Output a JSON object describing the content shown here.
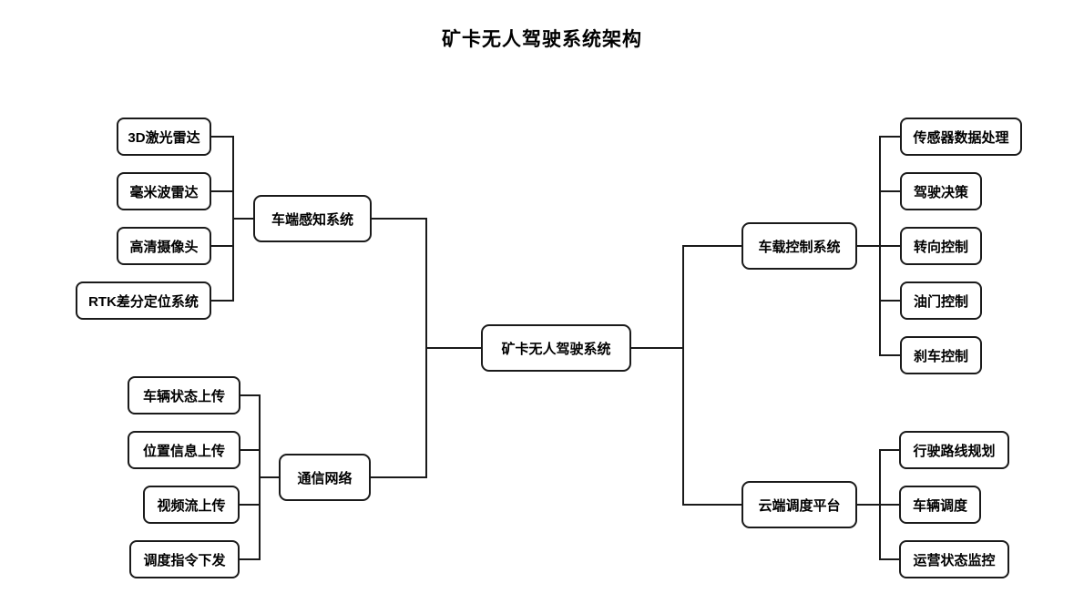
{
  "title": "矿卡无人驾驶系统架构",
  "root": {
    "label": "矿卡无人驾驶系统"
  },
  "branches": [
    {
      "label": "车端感知系统",
      "children": [
        "3D激光雷达",
        "毫米波雷达",
        "高清摄像头",
        "RTK差分定位系统"
      ]
    },
    {
      "label": "通信网络",
      "children": [
        "车辆状态上传",
        "位置信息上传",
        "视频流上传",
        "调度指令下发"
      ]
    },
    {
      "label": "车载控制系统",
      "children": [
        "传感器数据处理",
        "驾驶决策",
        "转向控制",
        "油门控制",
        "刹车控制"
      ]
    },
    {
      "label": "云端调度平台",
      "children": [
        "行驶路线规划",
        "车辆调度",
        "运营状态监控"
      ]
    }
  ],
  "colors": {
    "background": "#ffffff",
    "node_fill": "#ffffff",
    "node_border": "#1a1a1a",
    "connector": "#1a1a1a",
    "text": "#000000"
  }
}
